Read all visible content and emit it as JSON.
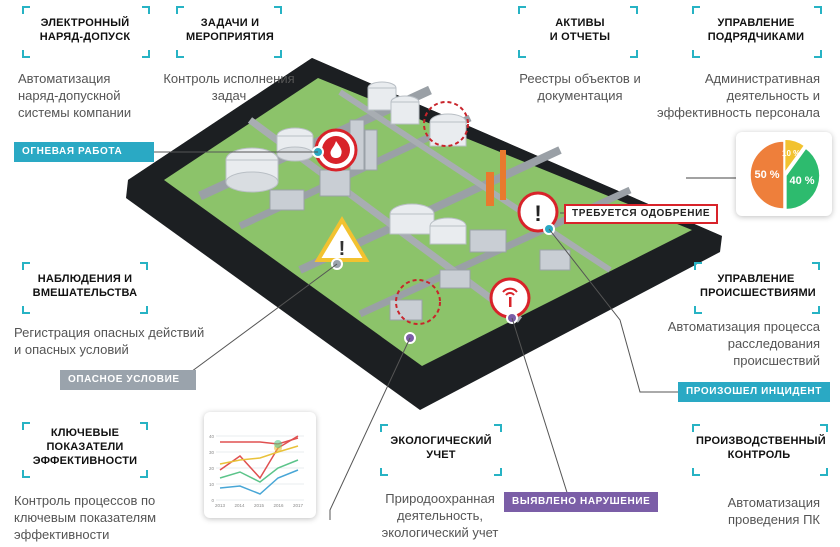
{
  "colors": {
    "accent": "#2aa9c4",
    "gray_tag": "#9aa3ac",
    "purple_tag": "#7b5ea7",
    "alert_red": "#d8232a",
    "warning_yellow": "#f2c230"
  },
  "features": {
    "permit": {
      "title": [
        "ЭЛЕКТРОННЫЙ",
        "НАРЯД-ДОПУСК"
      ],
      "desc": [
        "Автоматизация",
        "наряд-допускной",
        "системы компании"
      ]
    },
    "tasks": {
      "title": [
        "ЗАДАЧИ И",
        "МЕРОПРИЯТИЯ"
      ],
      "desc": [
        "Контроль исполнения",
        "задач"
      ]
    },
    "assets": {
      "title": [
        "АКТИВЫ",
        "И ОТЧЕТЫ"
      ],
      "desc": [
        "Реестры объектов и",
        "документация"
      ]
    },
    "contractors": {
      "title": [
        "УПРАВЛЕНИЕ",
        "ПОДРЯДЧИКАМИ"
      ],
      "desc": [
        "Административная",
        "деятельность и",
        "эффективность персонала"
      ]
    },
    "observations": {
      "title": [
        "НАБЛЮДЕНИЯ И",
        "ВМЕШАТЕЛЬСТВА"
      ],
      "desc": [
        "Регистрация опасных действий",
        "и опасных условий"
      ]
    },
    "incidents": {
      "title": [
        "УПРАВЛЕНИЕ",
        "ПРОИСШЕСТВИЯМИ"
      ],
      "desc": [
        "Автоматизация процесса",
        "расследования",
        "происшествий"
      ]
    },
    "kpi": {
      "title": [
        "КЛЮЧЕВЫЕ",
        "ПОКАЗАТЕЛИ",
        "ЭФФЕКТИВНОСТИ"
      ],
      "desc": [
        "Контроль процессов по",
        "ключевым показателям",
        "эффективности"
      ]
    },
    "ecology": {
      "title": [
        "ЭКОЛОГИЧЕСКИЙ",
        "УЧЕТ"
      ],
      "desc": [
        "Природоохранная",
        "деятельность,",
        "экологический учет"
      ]
    },
    "production": {
      "title": [
        "ПРОИЗВОДСТВЕННЫЙ",
        "КОНТРОЛЬ"
      ],
      "desc": [
        "Автоматизация",
        "проведения ПК"
      ]
    }
  },
  "tags": {
    "fire": "ОГНЕВАЯ РАБОТА",
    "approval": "ТРЕБУЕТСЯ ОДОБРЕНИЕ",
    "hazard": "ОПАСНОЕ УСЛОВИЕ",
    "incident": "ПРОИЗОШЕЛ ИНЦИДЕНТ",
    "violation": "ВЫЯВЛЕНО НАРУШЕНИЕ"
  },
  "pie_card": {
    "slices": [
      {
        "label": "50 %",
        "value": 50,
        "color": "#ee7f3b"
      },
      {
        "label": "40 %",
        "value": 40,
        "color": "#2dbb6e"
      },
      {
        "label": "10 %",
        "value": 10,
        "color": "#f2c230"
      }
    ]
  },
  "kpi_card": {
    "y_ticks": [
      "40",
      "30",
      "20",
      "10",
      "0"
    ],
    "x_ticks": [
      "2013",
      "2014",
      "2015",
      "2016",
      "2017"
    ]
  }
}
